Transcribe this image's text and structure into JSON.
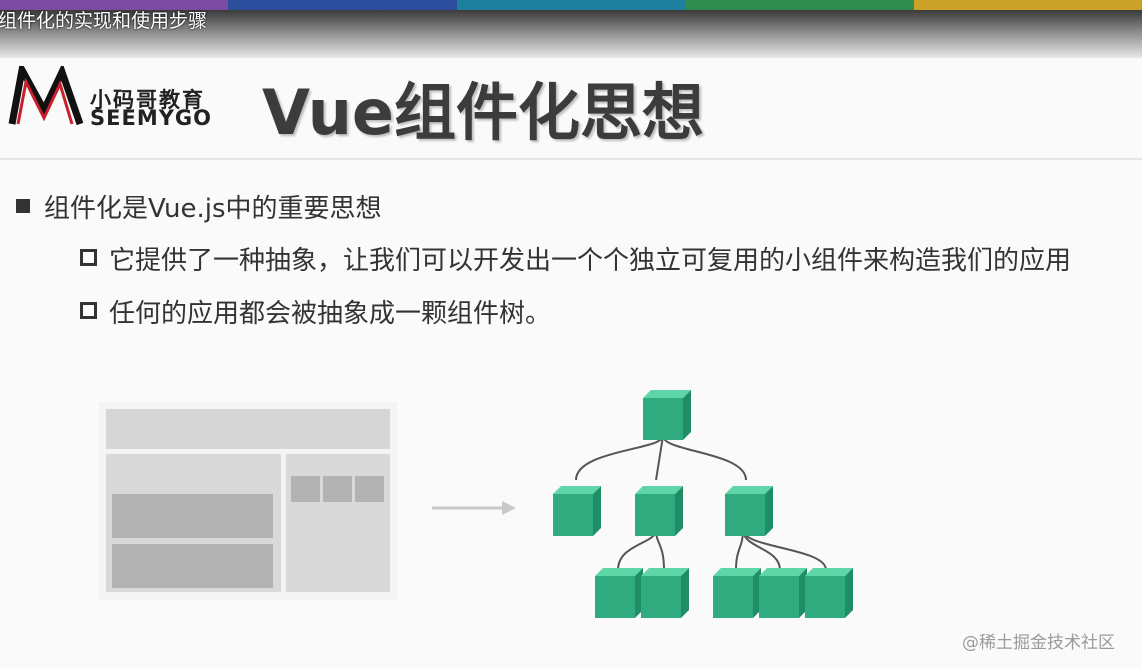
{
  "video_title": "组件化的实现和使用步骤",
  "top_bar_colors": [
    "#7b4aa3",
    "#2c4e9c",
    "#1e7f9e",
    "#2f8d4e",
    "#c9a227"
  ],
  "logo": {
    "cn": "小码哥教育",
    "en": "SEEMYGO"
  },
  "slide_title": "Vue组件化思想",
  "bullets": {
    "main": "组件化是Vue.js中的重要思想",
    "sub1": "它提供了一种抽象，让我们可以开发出一个个独立可复用的小组件来构造我们的应用",
    "sub2": "任何的应用都会被抽象成一颗组件树。"
  },
  "accent_color": "#2fab7f",
  "watermark": "@稀土掘金技术社区"
}
